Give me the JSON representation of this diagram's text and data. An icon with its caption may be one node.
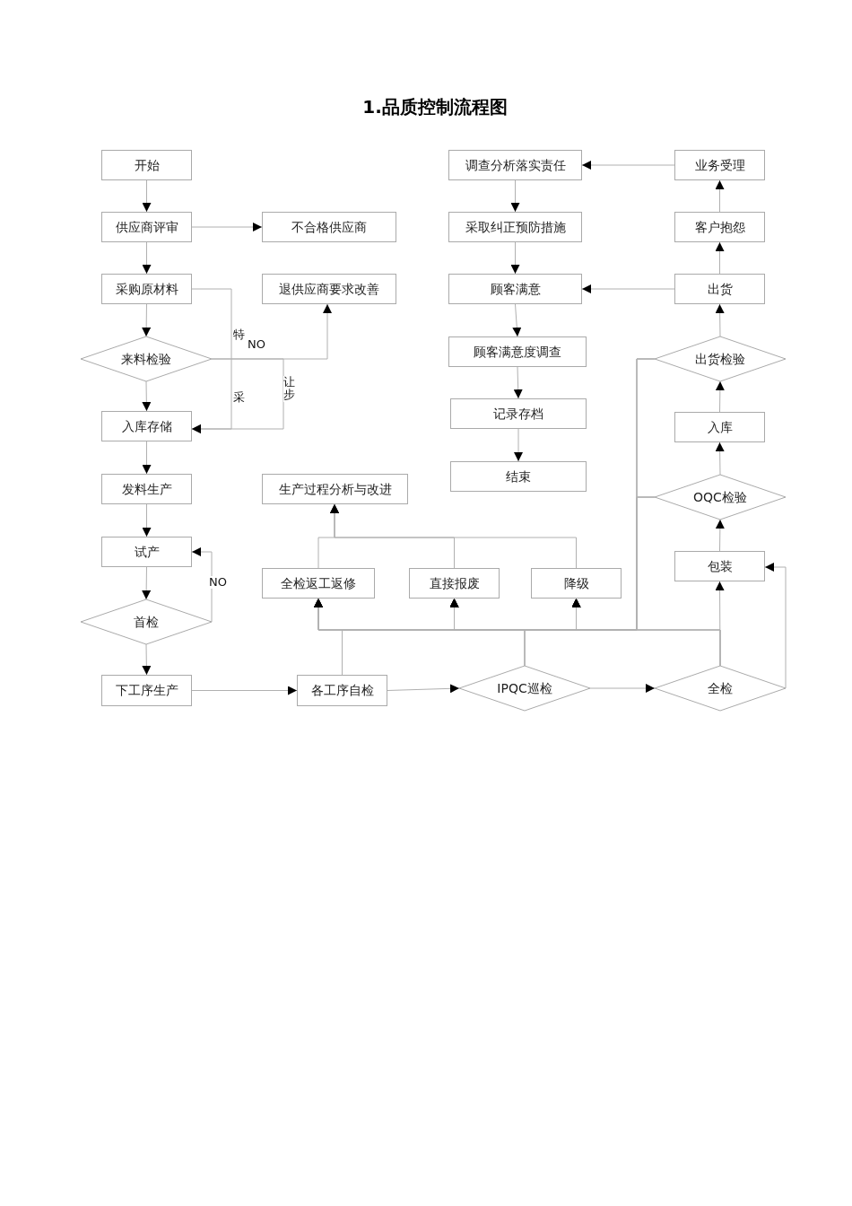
{
  "diagram": {
    "title": "1.品质控制流程图",
    "nodes": [
      {
        "text": [
          "开始"
        ]
      },
      {
        "text": [
          "供应商评审"
        ]
      },
      {
        "text": [
          "不合格供应商"
        ]
      },
      {
        "text": [
          "采购原材料"
        ]
      },
      {
        "text": [
          "退供应商要求改善"
        ]
      },
      {
        "text": [
          "来料检验"
        ]
      },
      {
        "text": [
          "入库存储"
        ]
      },
      {
        "text": [
          "发料生产"
        ]
      },
      {
        "text": [
          "试产"
        ]
      },
      {
        "text": [
          "首检"
        ]
      },
      {
        "text": [
          "下工序生产"
        ]
      },
      {
        "text": [
          "生产过程分析与改进"
        ]
      },
      {
        "text": [
          "全检返工返修"
        ]
      },
      {
        "text": [
          "直接报废"
        ]
      },
      {
        "text": [
          "降级"
        ]
      },
      {
        "text": [
          "各工序自检"
        ]
      },
      {
        "text": [
          "IPQC巡检"
        ]
      },
      {
        "text": [
          "全检"
        ]
      },
      {
        "text": [
          "包装"
        ]
      },
      {
        "text": [
          "OQC检验"
        ]
      },
      {
        "text": [
          "入库"
        ]
      },
      {
        "text": [
          "出货检验"
        ]
      },
      {
        "text": [
          "出货"
        ]
      },
      {
        "text": [
          "客户抱怨"
        ]
      },
      {
        "text": [
          "业务受理"
        ]
      },
      {
        "text": [
          "调查分析落实责任"
        ]
      },
      {
        "text": [
          "采取纠正预防措施"
        ]
      },
      {
        "text": [
          "顾客满意"
        ]
      },
      {
        "text": [
          "顾客满意度调查"
        ]
      },
      {
        "text": [
          "记录存档"
        ]
      },
      {
        "text": [
          "结束"
        ]
      }
    ],
    "edges": [
      {
        "from": 0,
        "to": 1,
        "arrow": "to"
      },
      {
        "from": 1,
        "to": 2,
        "arrow": "to"
      },
      {
        "from": 1,
        "to": 3,
        "arrow": "to"
      },
      {
        "from": 3,
        "to": 5,
        "arrow": "to"
      },
      {
        "from": 5,
        "to": 6,
        "arrow": "to"
      },
      {
        "from": 5,
        "to": 4,
        "arrow": "to",
        "label": "NO"
      },
      {
        "from": 3,
        "to": 6,
        "arrow": "to",
        "label": "特采"
      },
      {
        "from": 5,
        "to": 6,
        "arrow": "to",
        "label": "让步"
      },
      {
        "from": 6,
        "to": 7,
        "arrow": "to"
      },
      {
        "from": 7,
        "to": 8,
        "arrow": "to"
      },
      {
        "from": 8,
        "to": 9,
        "arrow": "to"
      },
      {
        "from": 9,
        "to": 8,
        "arrow": "to",
        "label": "NO"
      },
      {
        "from": 9,
        "to": 10,
        "arrow": "to"
      },
      {
        "from": 10,
        "to": 15,
        "arrow": "to"
      },
      {
        "from": 15,
        "to": 16,
        "arrow": "to"
      },
      {
        "from": 16,
        "to": 17,
        "arrow": "to"
      },
      {
        "from": 15,
        "to": 12,
        "arrow": "to"
      },
      {
        "from": 15,
        "to": 13,
        "arrow": "to"
      },
      {
        "from": 15,
        "to": 14,
        "arrow": "to"
      },
      {
        "from": 16,
        "to": 12,
        "arrow": "to"
      },
      {
        "from": 16,
        "to": 13,
        "arrow": "to"
      },
      {
        "from": 16,
        "to": 14,
        "arrow": "to"
      },
      {
        "from": 17,
        "to": 12,
        "arrow": "to"
      },
      {
        "from": 17,
        "to": 13,
        "arrow": "to"
      },
      {
        "from": 17,
        "to": 14,
        "arrow": "to"
      },
      {
        "from": 19,
        "to": 12,
        "arrow": "to"
      },
      {
        "from": 19,
        "to": 13,
        "arrow": "to"
      },
      {
        "from": 19,
        "to": 14,
        "arrow": "to"
      },
      {
        "from": 21,
        "to": 12,
        "arrow": "to"
      },
      {
        "from": 21,
        "to": 13,
        "arrow": "to"
      },
      {
        "from": 21,
        "to": 14,
        "arrow": "to"
      },
      {
        "from": 12,
        "to": 11,
        "arrow": "to"
      },
      {
        "from": 13,
        "to": 11,
        "arrow": "to"
      },
      {
        "from": 14,
        "to": 11,
        "arrow": "to"
      },
      {
        "from": 17,
        "to": 18,
        "arrow": "to"
      },
      {
        "from": 17,
        "to": 18,
        "arrow": "to"
      },
      {
        "from": 18,
        "to": 19,
        "arrow": "to"
      },
      {
        "from": 19,
        "to": 20,
        "arrow": "to"
      },
      {
        "from": 20,
        "to": 21,
        "arrow": "to"
      },
      {
        "from": 21,
        "to": 22,
        "arrow": "to"
      },
      {
        "from": 22,
        "to": 23,
        "arrow": "to"
      },
      {
        "from": 23,
        "to": 24,
        "arrow": "to"
      },
      {
        "from": 24,
        "to": 25,
        "arrow": "to"
      },
      {
        "from": 25,
        "to": 26,
        "arrow": "to"
      },
      {
        "from": 26,
        "to": 27,
        "arrow": "to"
      },
      {
        "from": 22,
        "to": 27,
        "arrow": "to"
      },
      {
        "from": 27,
        "to": 28,
        "arrow": "to"
      },
      {
        "from": 28,
        "to": 29,
        "arrow": "to"
      },
      {
        "from": 29,
        "to": 30,
        "arrow": "to"
      }
    ]
  }
}
